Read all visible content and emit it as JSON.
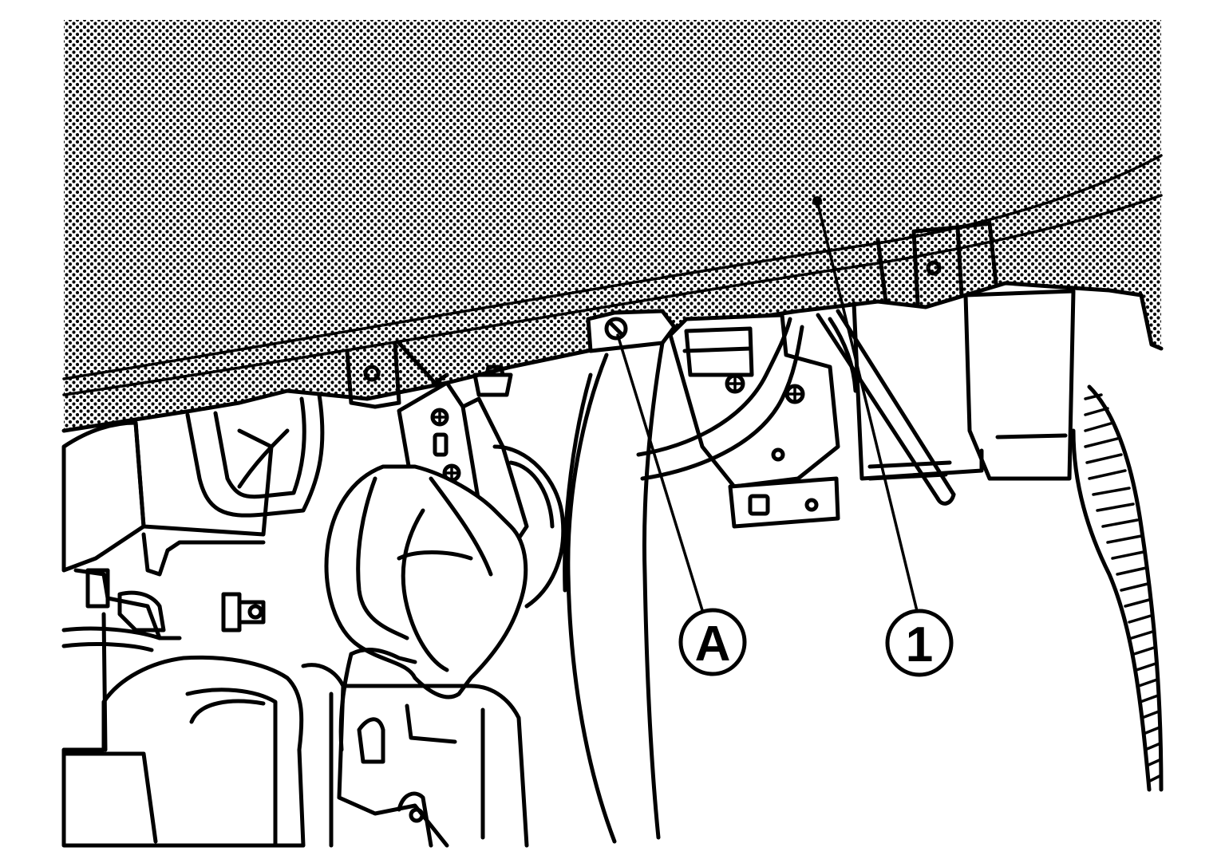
{
  "figure": {
    "callouts": [
      {
        "id": "A",
        "label": "A"
      },
      {
        "id": "1",
        "label": "1"
      }
    ],
    "colors": {
      "ink": "#000000",
      "paper": "#ffffff"
    }
  }
}
